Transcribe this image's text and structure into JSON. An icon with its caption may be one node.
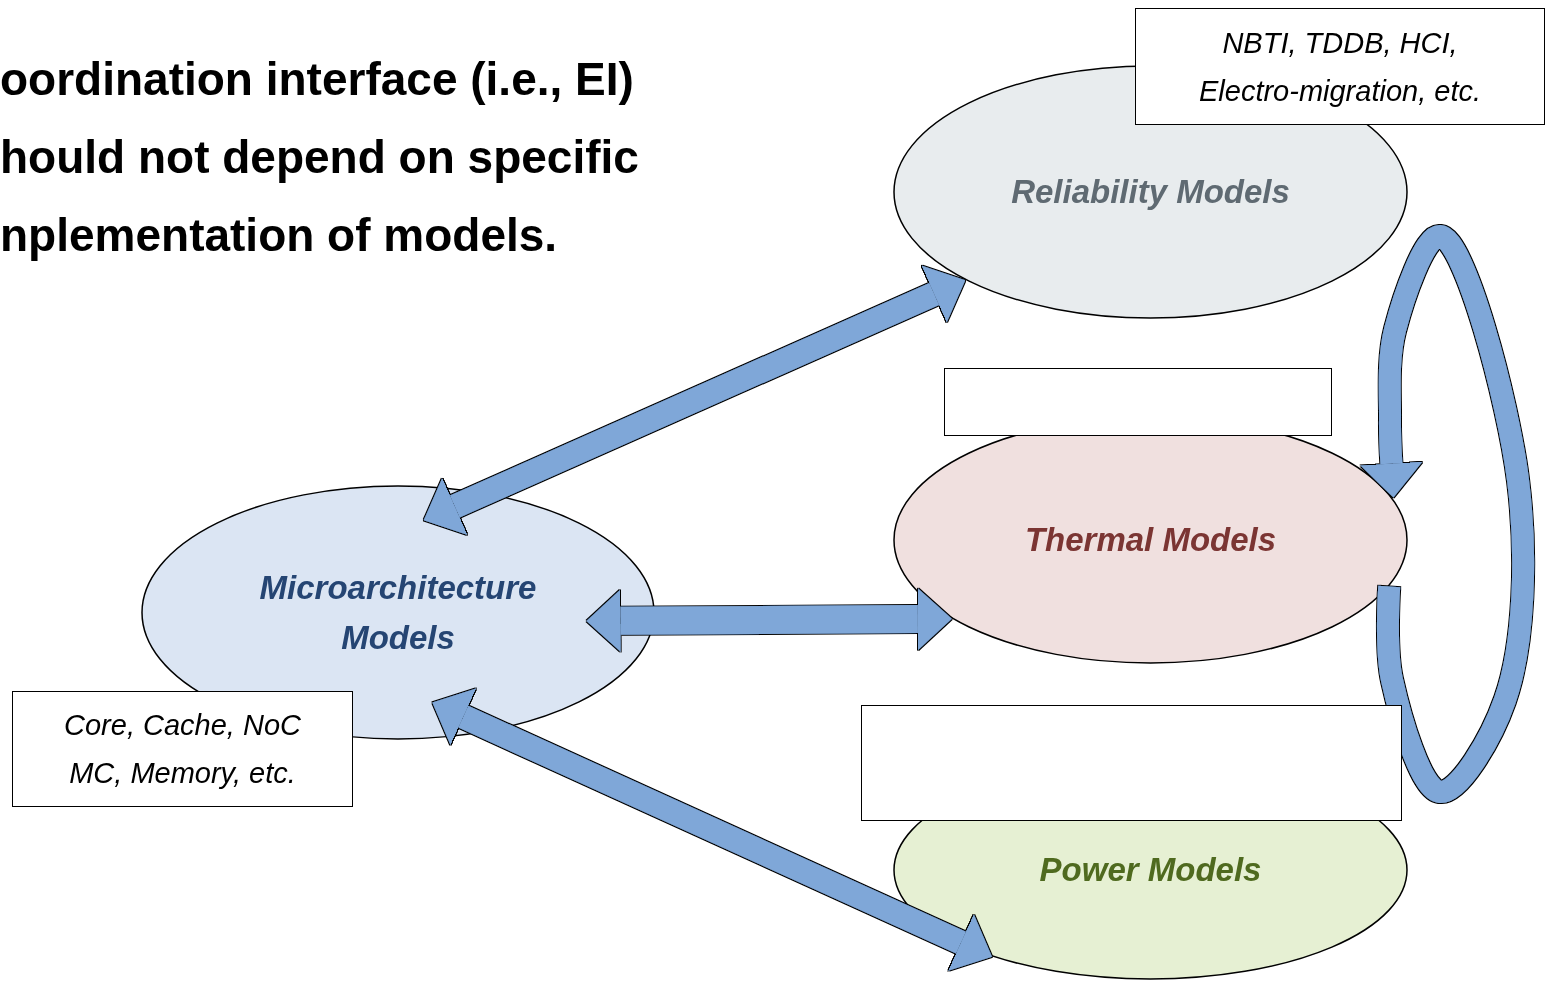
{
  "diagram": {
    "title": "oordination interface (i.e., EI) hould not depend on specific nplementation of models.",
    "nodes": [
      {
        "text": [
          "Reliability Models"
        ]
      },
      {
        "text": [
          "NBTI, TDDB, HCI, Electro-migration, etc."
        ]
      },
      {
        "text": [
          "Thermal Models"
        ]
      },
      {
        "text": [],
        "shape": "box"
      },
      {
        "text": [
          "Microarchitecture Models"
        ]
      },
      {
        "text": [
          "Core, Cache, NoC MC, Memory, etc."
        ]
      },
      {
        "text": [],
        "shape": "box"
      },
      {
        "text": [
          "Power Models"
        ]
      }
    ],
    "edges": [
      {
        "from": 4,
        "to": 0,
        "arrow": "both"
      },
      {
        "from": 4,
        "to": 2,
        "arrow": "both"
      },
      {
        "from": 4,
        "to": 7,
        "arrow": "both"
      },
      {
        "from": 2,
        "to": 2,
        "arrow": "to"
      }
    ]
  }
}
